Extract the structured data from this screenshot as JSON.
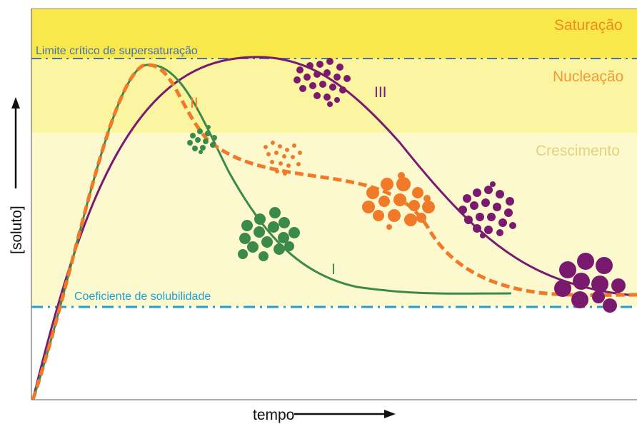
{
  "zones": {
    "saturation": {
      "label": "Saturação",
      "color": "#f8e84a",
      "text_color": "#f08a1e"
    },
    "nucleation": {
      "label": "Nucleação",
      "color": "#fbf4a0",
      "text_color": "#f29a3a"
    },
    "growth": {
      "label": "Crescimento",
      "color": "#fdf9cf",
      "text_color": "#e6d27a"
    }
  },
  "lines": {
    "supersaturation": {
      "label": "Limite crítico de supersaturação",
      "color": "#4a6fb5"
    },
    "solubility": {
      "label": "Coeficiente de solubilidade",
      "color": "#1e9fd8"
    }
  },
  "curves": {
    "I": {
      "label": "I",
      "color": "#3b8a4a"
    },
    "II": {
      "label": "II",
      "color": "#f07a28"
    },
    "III": {
      "label": "III",
      "color": "#7a1a6e"
    }
  },
  "axes": {
    "x_label": "tempo",
    "y_label": "[soluto]"
  },
  "particle_icons": [
    "green-cluster-icon",
    "orange-cluster-icon",
    "purple-cluster-icon"
  ]
}
